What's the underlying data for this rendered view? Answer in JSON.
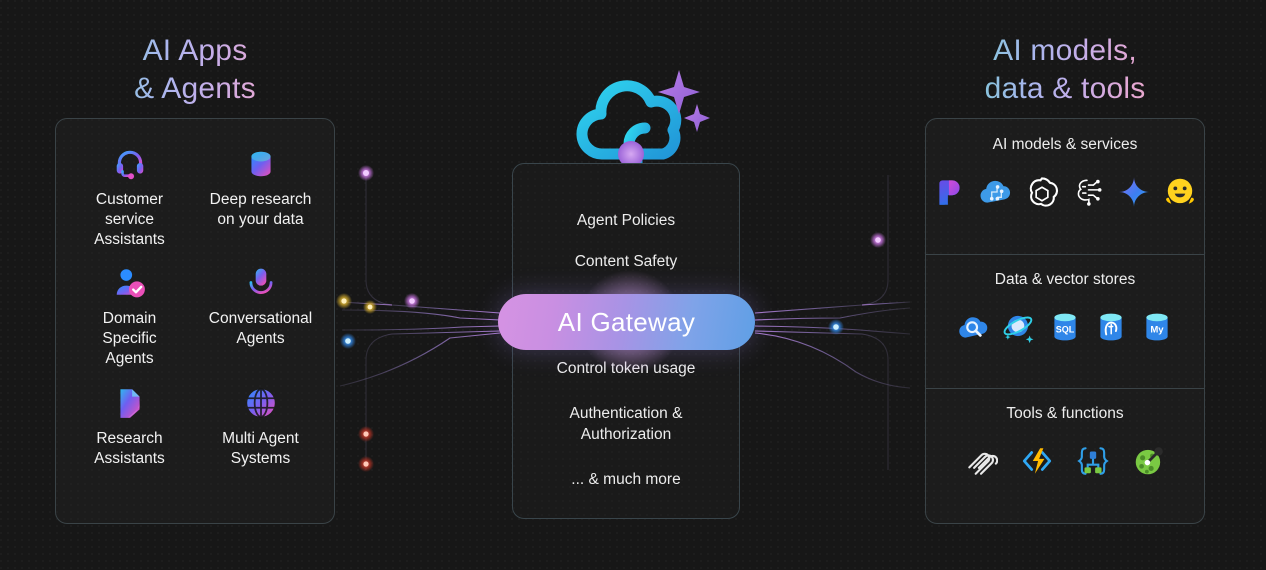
{
  "headings": {
    "left": "AI Apps\n& Agents",
    "right": "AI models,\ndata & tools"
  },
  "left_panel": {
    "items": [
      {
        "label": "Customer\nservice\nAssistants",
        "icon": "headset-icon"
      },
      {
        "label": "Deep research\non your data",
        "icon": "database-icon"
      },
      {
        "label": "Domain\nSpecific\nAgents",
        "icon": "person-verified-icon"
      },
      {
        "label": "Conversational\nAgents",
        "icon": "microphone-icon"
      },
      {
        "label": "Research\nAssistants",
        "icon": "document-report-icon"
      },
      {
        "label": "Multi Agent\nSystems",
        "icon": "globe-icon"
      }
    ]
  },
  "center_panel": {
    "cloud_icon": "cloud-sparkle-icon",
    "gateway_label": "AI Gateway",
    "items_above": [
      "Agent Policies",
      "Content Safety"
    ],
    "items_below": [
      "Control token usage",
      "Authentication &\nAuthorization",
      "... & much more"
    ]
  },
  "right_panel": {
    "sections": [
      {
        "title": "AI models & services",
        "icons": [
          "azure-ai-foundry-icon",
          "azure-machine-learning-icon",
          "openai-icon",
          "deepseek-neural-icon",
          "gemini-sparkle-icon",
          "hugging-face-icon"
        ]
      },
      {
        "title": "Data & vector stores",
        "icons": [
          "azure-ai-search-icon",
          "cosmos-db-icon",
          "sql-database-icon",
          "postgresql-icon",
          "mysql-icon"
        ]
      },
      {
        "title": "Tools & functions",
        "icons": [
          "mcp-icon",
          "azure-functions-icon",
          "api-schema-icon",
          "bing-search-icon"
        ]
      }
    ]
  },
  "colors": {
    "background": "#171717",
    "panel_fill": "#1c1c1c",
    "panel_border": "#3a4347",
    "heading_gradient_start": "#4fd4bd",
    "heading_gradient_mid": "#a9b7ee",
    "heading_gradient_end": "#f0a8ae",
    "gateway_gradient_start": "#d693e3",
    "gateway_gradient_end": "#5f9fe6",
    "cloud_cyan": "#2cc3e3",
    "sparkle_purple": "#a46cdc",
    "text_primary": "#f2f2f2",
    "connector_line": "#6a5f86"
  }
}
